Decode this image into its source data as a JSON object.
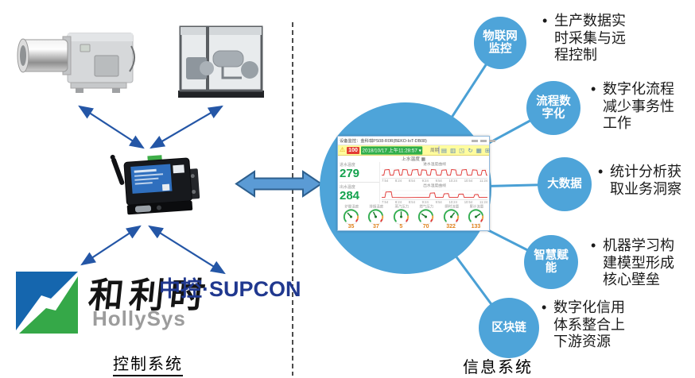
{
  "control_section": {
    "caption": "控制系统",
    "logos": {
      "hollysys_cn": "和利时",
      "hollysys_en": "HollySys",
      "supcon": "中控·SUPCON"
    }
  },
  "info_section": {
    "caption": "信息系统",
    "features": [
      {
        "label": "物联网\n监控",
        "bullet": "生产数据实\n时采集与远\n程控制"
      },
      {
        "label": "流程数\n字化",
        "bullet": "数字化流程\n减少事务性\n工作"
      },
      {
        "label": "大数据",
        "bullet": "统计分析获\n取业务洞察"
      },
      {
        "label": "智慧赋\n能",
        "bullet": "机器学习构\n建模型形成\n核心壁垒"
      },
      {
        "label": "区块链",
        "bullet": "数字化信用\n体系整合上\n下游资源"
      }
    ]
  },
  "dashboard": {
    "title": "设备监控：金科琪PS08-R0R(BEKO-IoT-DB08)",
    "warning_glyph": "⚠",
    "alarm_count": "100",
    "timestamp": "2018/10/17 上午11:28:57 ▾",
    "period_label": "周期",
    "toolbar_icons": "▤ ▥ ◳ ↻ ▦ ⊞",
    "header": "上水温度",
    "header_icon": "▦",
    "stats": [
      {
        "label": "进水温度",
        "value": "279"
      },
      {
        "label": "出水温度",
        "value": "284"
      }
    ],
    "charts": [
      {
        "title": "进水温度曲线",
        "points": [
          [
            0,
            25
          ],
          [
            2,
            25
          ],
          [
            3,
            75
          ],
          [
            7,
            78
          ],
          [
            8,
            25
          ],
          [
            11,
            25
          ],
          [
            12,
            72
          ],
          [
            16,
            75
          ],
          [
            17,
            25
          ],
          [
            19,
            25
          ],
          [
            20,
            78
          ],
          [
            24,
            75
          ],
          [
            25,
            25
          ],
          [
            28,
            25
          ],
          [
            29,
            74
          ],
          [
            34,
            78
          ],
          [
            35,
            25
          ],
          [
            37,
            25
          ],
          [
            38,
            75
          ],
          [
            42,
            72
          ],
          [
            43,
            25
          ],
          [
            46,
            25
          ],
          [
            47,
            78
          ],
          [
            51,
            75
          ],
          [
            52,
            25
          ],
          [
            56,
            25
          ],
          [
            57,
            72
          ],
          [
            61,
            75
          ],
          [
            62,
            25
          ],
          [
            65,
            25
          ],
          [
            66,
            78
          ],
          [
            70,
            74
          ],
          [
            71,
            25
          ],
          [
            75,
            25
          ],
          [
            76,
            74
          ],
          [
            80,
            78
          ],
          [
            81,
            25
          ],
          [
            85,
            25
          ],
          [
            86,
            75
          ],
          [
            90,
            72
          ],
          [
            91,
            25
          ],
          [
            94,
            25
          ],
          [
            95,
            70
          ],
          [
            98,
            72
          ],
          [
            99,
            25
          ],
          [
            100,
            25
          ]
        ]
      },
      {
        "title": "出水温度曲线",
        "points": [
          [
            0,
            18
          ],
          [
            3,
            18
          ],
          [
            4,
            68
          ],
          [
            9,
            70
          ],
          [
            10,
            18
          ],
          [
            22,
            16
          ],
          [
            35,
            18
          ],
          [
            45,
            18
          ],
          [
            46,
            58
          ],
          [
            50,
            60
          ],
          [
            51,
            18
          ],
          [
            58,
            18
          ],
          [
            59,
            52
          ],
          [
            63,
            54
          ],
          [
            64,
            18
          ],
          [
            72,
            18
          ],
          [
            73,
            48
          ],
          [
            77,
            50
          ],
          [
            78,
            18
          ],
          [
            87,
            18
          ],
          [
            88,
            44
          ],
          [
            91,
            45
          ],
          [
            92,
            18
          ],
          [
            100,
            18
          ]
        ]
      }
    ],
    "x_ticks": [
      "7:54",
      "8:24",
      "8:54",
      "9:24",
      "9:54",
      "10:24",
      "10:54",
      "11:24"
    ],
    "gauges": [
      {
        "label": "炉膛温度",
        "value": "35",
        "angle": -42
      },
      {
        "label": "排烟温度",
        "value": "37",
        "angle": -26
      },
      {
        "label": "蒸汽压力",
        "value": "5",
        "angle": 0
      },
      {
        "label": "燃气压力",
        "value": "70",
        "angle": -55
      },
      {
        "label": "瞬时流量",
        "value": "322",
        "angle": 38
      },
      {
        "label": "累计流量",
        "value": "133",
        "angle": 55
      }
    ]
  },
  "colors": {
    "circle_blue": "#4EA4D9",
    "spoke_blue": "#4AA0D5",
    "dark_arrow_blue": "#2456A6",
    "double_arrow_fill": "#5B9BD5",
    "double_arrow_stroke": "#2D5F8E",
    "value_green": "#15A24E",
    "alarm_red": "#E23B33",
    "time_green": "#2FAE4A",
    "trend_line_red": "#E0302E",
    "gauge_value_orange": "#E0821C",
    "supcon_blue": "#20388F",
    "hollysys_blue": "#1566AE",
    "hollysys_green": "#35A848"
  }
}
